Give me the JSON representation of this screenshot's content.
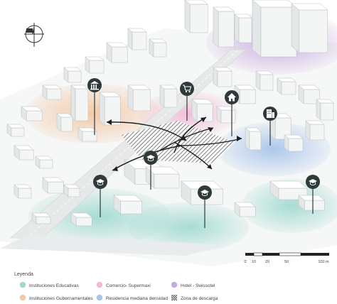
{
  "legend": {
    "title": "Leyenda",
    "items": [
      {
        "label": "Instituciones Educativas",
        "color": "#9ed9cf",
        "swatch": "circle"
      },
      {
        "label": "Instituciones Gubernamentales",
        "color": "#f3c7a3",
        "swatch": "circle"
      },
      {
        "label": "Comercio- Supermaxi",
        "color": "#f2b8d8",
        "swatch": "circle"
      },
      {
        "label": "Residencia mediana densidad",
        "color": "#a9c5ea",
        "swatch": "circle"
      },
      {
        "label": "Hotel - Swissotel",
        "color": "#c8a9dc",
        "swatch": "circle"
      },
      {
        "label": "Zona de descarga",
        "color": "#8a8a8a",
        "swatch": "hatch"
      }
    ]
  },
  "scale_bar": {
    "labels": [
      "0",
      "10",
      "20",
      "50",
      "100 m"
    ]
  },
  "map_icons": [
    {
      "name": "education-pin-icon",
      "glyph": "graduation-cap"
    },
    {
      "name": "government-pin-icon",
      "glyph": "bank"
    },
    {
      "name": "supermarket-pin-icon",
      "glyph": "shopping-cart"
    },
    {
      "name": "residence-pin-icon",
      "glyph": "house"
    },
    {
      "name": "hotel-pin-icon",
      "glyph": "building"
    }
  ],
  "colors": {
    "education": "#9ed9cf",
    "government": "#f3c7a3",
    "commerce": "#f2b8d8",
    "residence": "#a9c5ea",
    "hotel": "#c8a9dc",
    "pin": "#2f3a3a"
  }
}
